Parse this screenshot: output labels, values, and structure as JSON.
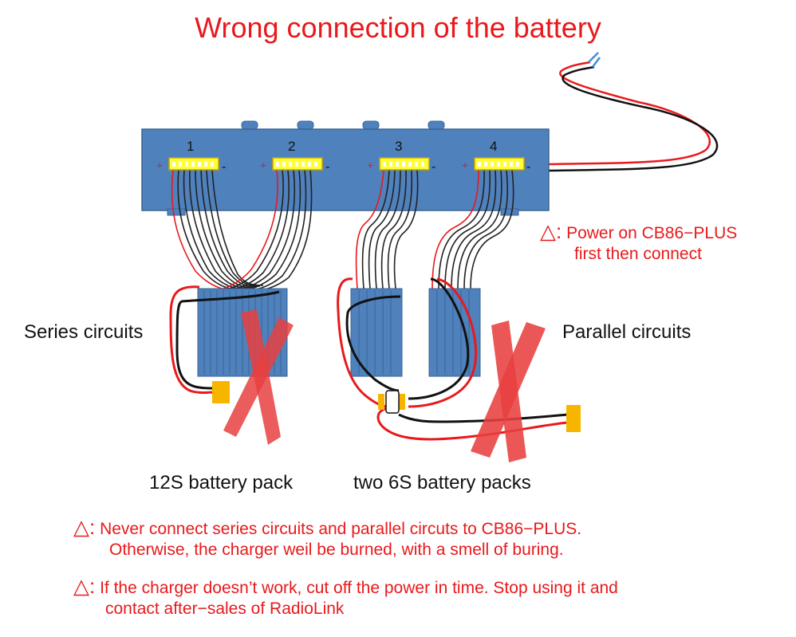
{
  "title": "Wrong connection of the battery",
  "ports": [
    "1",
    "2",
    "3",
    "4"
  ],
  "labels": {
    "series": "Series circuits",
    "parallel": "Parallel circuits",
    "pack12s": "12S battery pack",
    "pack6s": "two 6S battery packs"
  },
  "power_note": {
    "symbol": "△:",
    "line1": "Power on CB86−PLUS",
    "line2": "first then connect"
  },
  "notes": [
    {
      "symbol": "△:",
      "line1": "Never connect series circuits and parallel circuts to CB86−PLUS.",
      "line2": "Otherwise, the charger weil be burned, with a smell of buring."
    },
    {
      "symbol": "△:",
      "line1": "If the charger doesn’t work, cut off the power in time. Stop using it and",
      "line2": "contact after−sales of RadioLink"
    }
  ],
  "colors": {
    "board": "#4f81bd",
    "board_edge": "#3a6593",
    "connector": "#ffff33",
    "plug": "#f7b500",
    "cross": "#e84040",
    "warning": "#e8191c"
  }
}
